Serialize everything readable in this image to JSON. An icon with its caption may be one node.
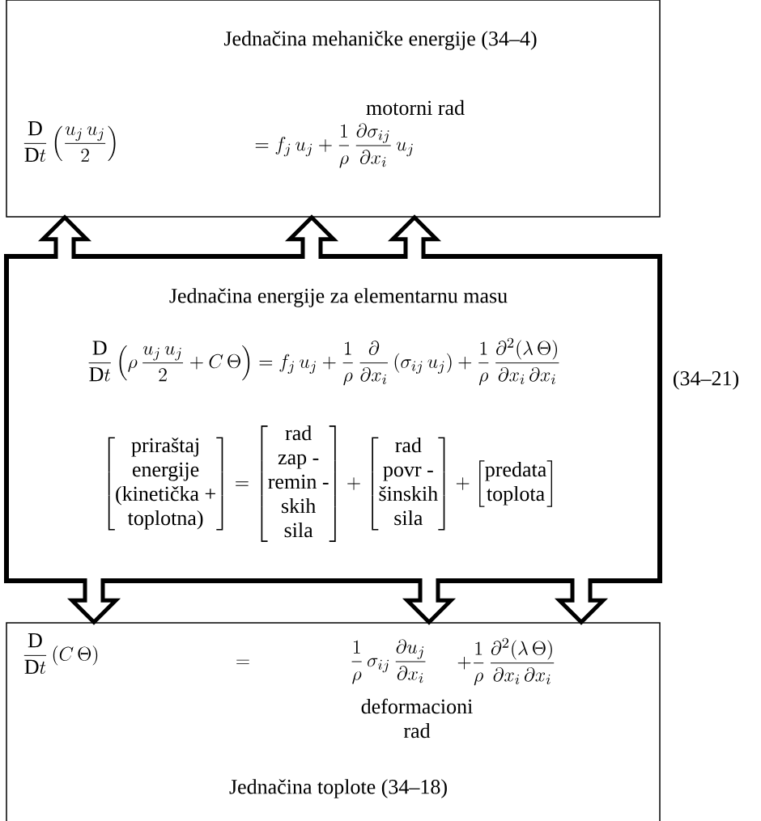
{
  "diagram": {
    "nodes": [
      {
        "text": [
          "Jednačina mehaničke energije (34–4)",
          "\\frac{\\mathrm{D}}{\\mathrm{D}t}\\left(\\frac{u_j\\,u_j}{2}\\right)",
          "motorni rad",
          "= f_j\\,u_j + \\frac{1}{\\rho}\\,\\frac{\\partial\\sigma_{ij}}{\\partial x_i}\\,u_j"
        ]
      },
      {
        "text": [
          "Jednačina energije za elementarnu masu",
          "\\frac{\\mathrm{D}}{\\mathrm{D}t}\\left(\\rho\\,\\frac{u_j\\,u_j}{2} + C\\,\\Theta\\right) = f_j\\,u_j + \\frac{1}{\\rho}\\,\\frac{\\partial}{\\partial x_i}\\,(\\sigma_{ij}\\,u_j) + \\frac{1}{\\rho}\\,\\frac{\\partial^2(\\lambda\\,\\Theta)}{\\partial x_i\\,\\partial x_i}",
          "\\begin{bmatrix}\\text{priraštaj}\\\\ \\text{energije}\\\\ \\text{(kinetička +}\\\\ \\text{toplotna)}\\end{bmatrix} = \\begin{bmatrix}\\text{rad}\\\\ \\text{zap -}\\\\ \\text{remin -}\\\\ \\text{skih}\\\\ \\text{sila}\\end{bmatrix} + \\begin{bmatrix}\\text{rad}\\\\ \\text{povr -}\\\\ \\text{šinskih}\\\\ \\text{sila}\\end{bmatrix} + \\begin{bmatrix}\\text{predata}\\\\ \\text{toplota}\\end{bmatrix}"
        ],
        "beside": [
          "(34–21)"
        ]
      },
      {
        "text": [
          "\\frac{\\mathrm{D}}{\\mathrm{D}t}\\,(C\\,\\Theta)",
          "=",
          "\\frac{1}{\\rho}\\,\\sigma_{ij}\\,\\frac{\\partial u_j}{\\partial x_i}",
          "+\\frac{1}{\\rho}\\,\\frac{\\partial^2(\\lambda\\,\\Theta)}{\\partial x_i\\,\\partial x_i}",
          "deformacioni rad",
          "Jednačina toplote (34–18)"
        ]
      }
    ],
    "edges": [
      {
        "from": 1,
        "to": 0,
        "arrow": "to"
      },
      {
        "from": 1,
        "to": 0,
        "arrow": "to"
      },
      {
        "from": 1,
        "to": 0,
        "arrow": "to"
      },
      {
        "from": 1,
        "to": 2,
        "arrow": "to"
      },
      {
        "from": 1,
        "to": 2,
        "arrow": "to"
      },
      {
        "from": 1,
        "to": 2,
        "arrow": "to"
      }
    ]
  }
}
